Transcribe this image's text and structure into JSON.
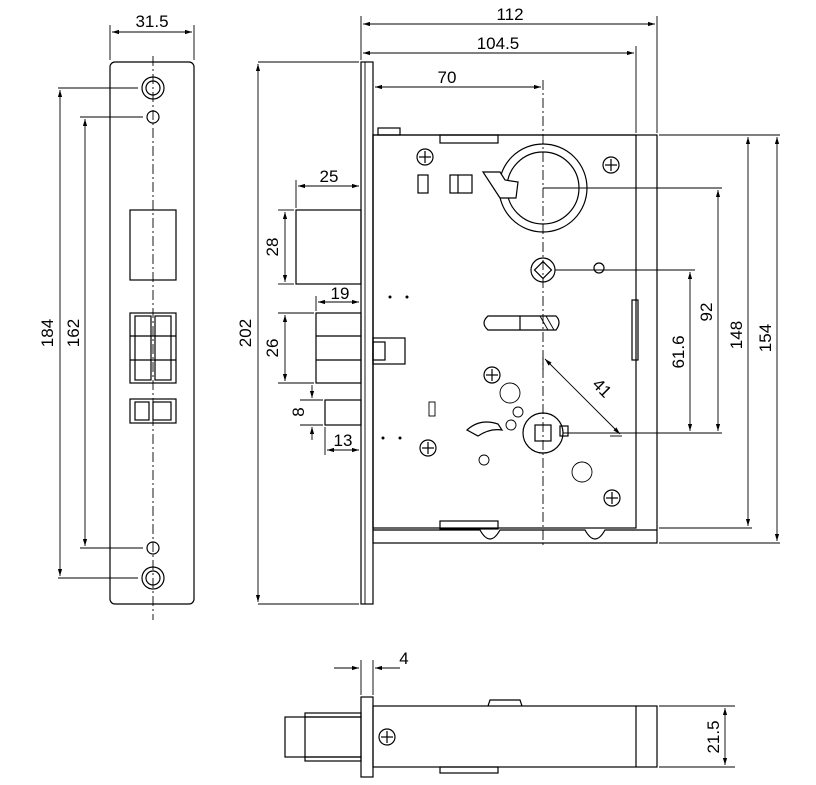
{
  "dimensions": {
    "faceplate_width": "31.5",
    "overall_length": "112",
    "case_length": "104.5",
    "backset": "70",
    "faceplate_height": "184",
    "screw_spacing": "162",
    "case_height_with_plate": "202",
    "latch_projection": "25",
    "latch_height": "28",
    "deadbolt_projection": "19",
    "deadbolt_height": "26",
    "trigger_height": "8",
    "trigger_projection": "13",
    "cylinder_to_handle": "92",
    "center_spacing": "61.6",
    "case_height": "148",
    "case_height_total": "154",
    "hub_distance": "41",
    "faceplate_thickness": "4",
    "case_thickness": "21.5"
  }
}
